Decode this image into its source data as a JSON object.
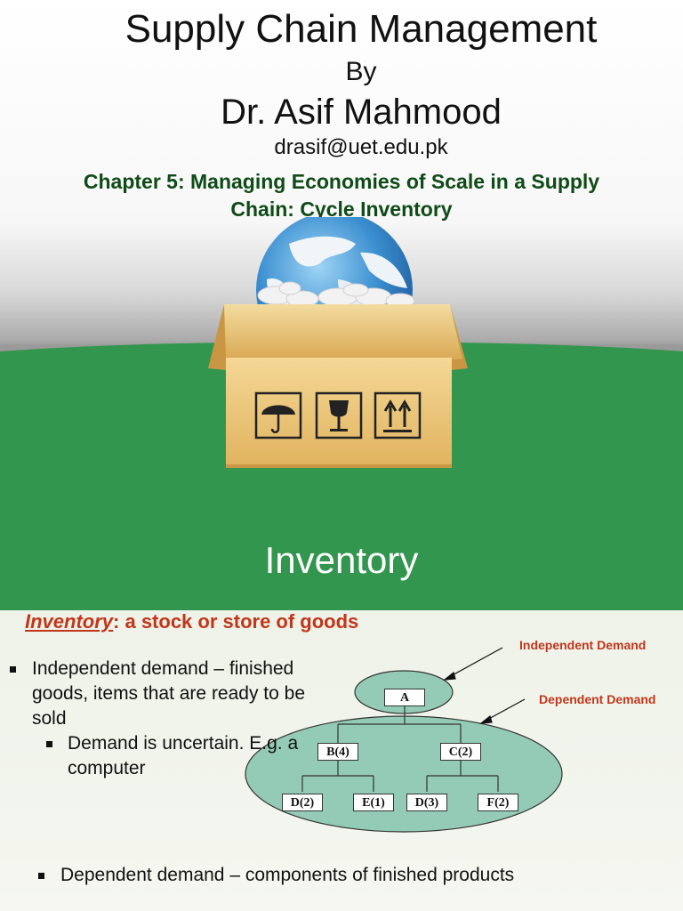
{
  "slide1": {
    "title": "Supply Chain Management",
    "by": "By",
    "author": "Dr. Asif Mahmood",
    "email": "drasif@uet.edu.pk",
    "chapter_line1": "Chapter 5: Managing Economies of Scale in a Supply",
    "chapter_line2": "Chain: Cycle Inventory",
    "section_title": "Inventory",
    "illustration_icons": [
      "umbrella-icon",
      "wine-glass-icon",
      "this-way-up-icon"
    ]
  },
  "slide2": {
    "heading_term": "Inventory",
    "heading_rest": ": a stock or store of goods",
    "bullets": {
      "independent": "Independent demand – finished goods, items that are ready to be sold",
      "independent_sub": "Demand is uncertain. E.g. a computer",
      "dependent": "Dependent demand – components of finished products"
    },
    "diagram": {
      "label_independent": "Independent Demand",
      "label_dependent": "Dependent Demand",
      "nodes": {
        "a": "A",
        "b": "B(4)",
        "c": "C(2)",
        "d1": "D(2)",
        "e": "E(1)",
        "d2": "D(3)",
        "f": "F(2)"
      }
    }
  },
  "colors": {
    "green_band": "#33964f",
    "chapter_text": "#0e4b16",
    "accent_red": "#c2361a",
    "ellipse_fill": "#93cbb6"
  }
}
